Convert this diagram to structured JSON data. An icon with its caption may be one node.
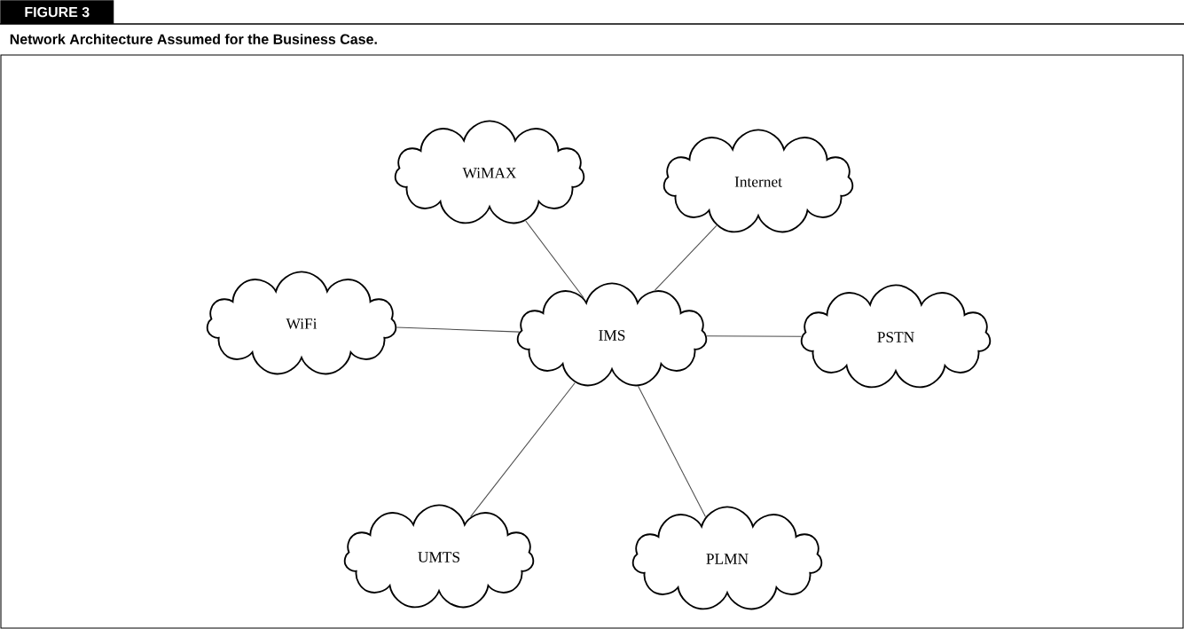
{
  "diagram": {
    "title": "Network Architecture Assumed for the Business Case.",
    "nodes": [
      {
        "text": [
          "WiMAX"
        ]
      },
      {
        "text": [
          "Internet"
        ]
      },
      {
        "text": [
          "WiFi"
        ]
      },
      {
        "text": [
          "IMS"
        ]
      },
      {
        "text": [
          "PSTN"
        ]
      },
      {
        "text": [
          "UMTS"
        ]
      },
      {
        "text": [
          "PLMN"
        ]
      }
    ],
    "edges": [
      {
        "from": 3,
        "to": 0,
        "arrow": "none"
      },
      {
        "from": 3,
        "to": 1,
        "arrow": "none"
      },
      {
        "from": 3,
        "to": 2,
        "arrow": "none"
      },
      {
        "from": 3,
        "to": 4,
        "arrow": "none"
      },
      {
        "from": 3,
        "to": 5,
        "arrow": "none"
      },
      {
        "from": 3,
        "to": 6,
        "arrow": "none"
      }
    ],
    "labels": [
      "FIGURE 3"
    ]
  }
}
